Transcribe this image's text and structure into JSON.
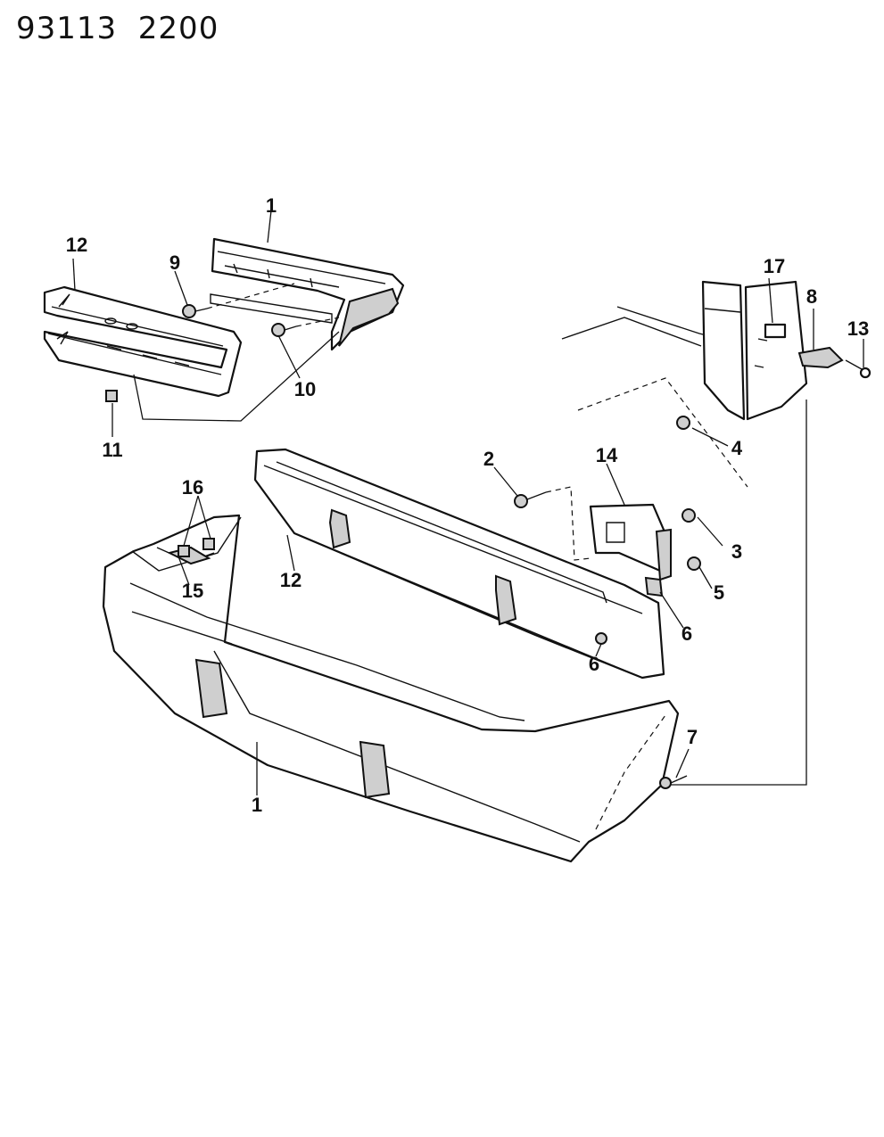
{
  "header": {
    "part_number": "93113",
    "group": "2200"
  },
  "colors": {
    "ink": "#111111",
    "paper": "#ffffff",
    "shade": "#cfcfcf"
  },
  "callouts": {
    "c1_top": "1",
    "c12_top": "12",
    "c9": "9",
    "c10": "10",
    "c11": "11",
    "c17": "17",
    "c8": "8",
    "c13": "13",
    "c4": "4",
    "c2": "2",
    "c14": "14",
    "c3": "3",
    "c5": "5",
    "c16": "16",
    "c15": "15",
    "c12_mid": "12",
    "c6_a": "6",
    "c6_b": "6",
    "c7": "7",
    "c1_bottom": "1"
  }
}
